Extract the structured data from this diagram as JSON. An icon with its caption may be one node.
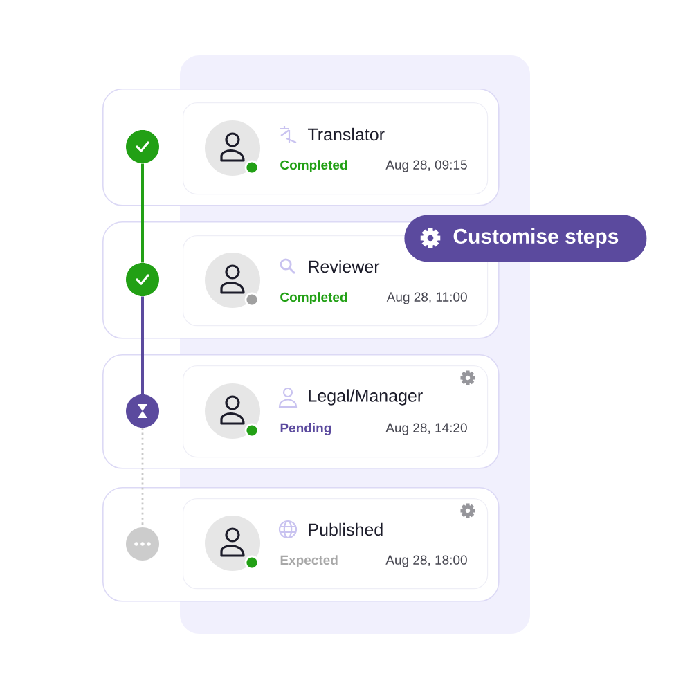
{
  "diagram": {
    "nodes": [
      {
        "text": [],
        "shape": "box"
      },
      {
        "text": [],
        "shape": "circle",
        "in": 0
      },
      {
        "text": [
          "Translator",
          "Completed",
          "Aug 28, 09:15"
        ],
        "in": 0
      },
      {
        "text": [],
        "shape": "box"
      },
      {
        "text": [],
        "shape": "circle",
        "in": 3
      },
      {
        "text": [
          "Reviewer",
          "Completed",
          "Aug 28, 11:00"
        ],
        "in": 3
      },
      {
        "text": [],
        "shape": "box"
      },
      {
        "text": [],
        "shape": "circle",
        "in": 6
      },
      {
        "text": [
          "Legal/Manager",
          "Pending",
          "Aug 28, 14:20"
        ],
        "in": 6
      },
      {
        "text": [],
        "shape": "box"
      },
      {
        "text": [],
        "shape": "circle",
        "in": 9
      },
      {
        "text": [
          "Published",
          "Expected",
          "Aug 28, 18:00"
        ],
        "in": 9
      },
      {
        "text": [
          "Customise steps"
        ]
      }
    ],
    "edges": [
      {
        "from": 1,
        "to": 4,
        "arrow": "none",
        "color": "#22a015"
      },
      {
        "from": 4,
        "to": 7,
        "arrow": "none",
        "color": "#5b4a9e"
      },
      {
        "from": 7,
        "to": 10,
        "arrow": "none",
        "style": "dashed",
        "color": "#c8c8c8"
      }
    ]
  }
}
